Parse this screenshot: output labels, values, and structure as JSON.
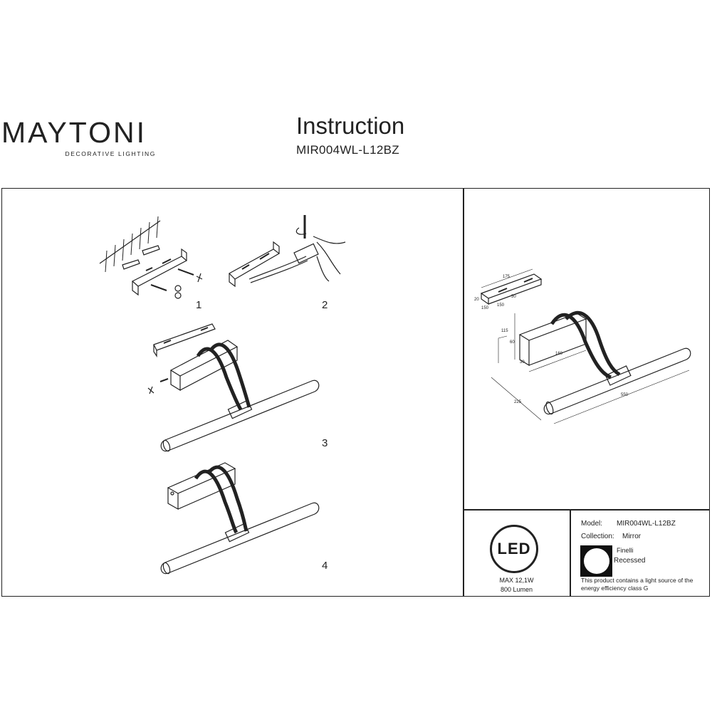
{
  "brand": {
    "name": "MAYTONI",
    "tagline": "DECORATIVE LIGHTING"
  },
  "header": {
    "title": "Instruction",
    "model_code": "MIR004WL-L12BZ"
  },
  "steps": [
    "1",
    "2",
    "3",
    "4"
  ],
  "dimensions": [
    "175",
    "20",
    "150",
    "50",
    "150",
    "115",
    "60",
    "160",
    "30",
    "550",
    "225"
  ],
  "led": {
    "label": "LED",
    "power": "MAX 12,1W",
    "lumen": "800 Lumen"
  },
  "info": {
    "model_label": "Model:",
    "model_value": "MIR004WL-L12BZ",
    "collection_label": "Collection:",
    "collection_value": "Mirror",
    "finish": "Finelli",
    "mount": "Recessed",
    "energy_note_1": "This product contains a light source of the",
    "energy_note_2": "energy efficiency class G"
  }
}
